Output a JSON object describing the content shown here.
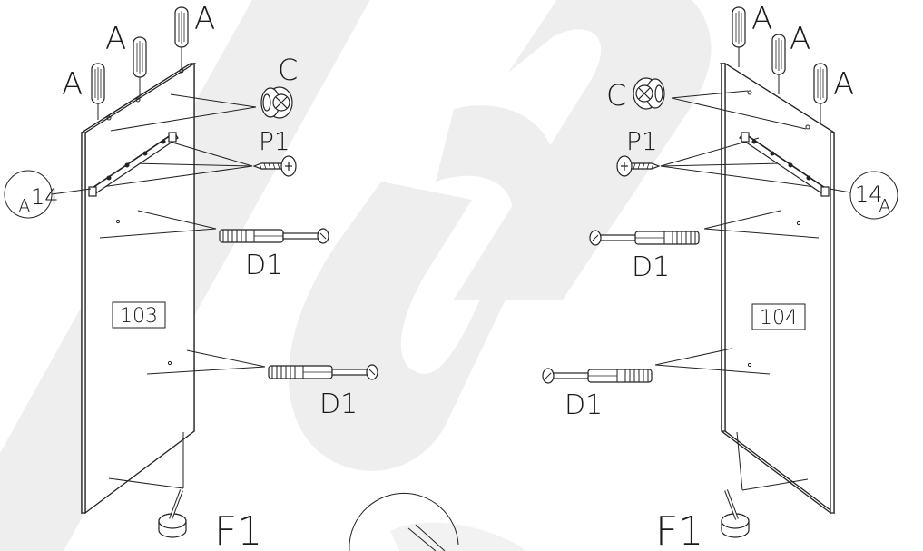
{
  "diagram": {
    "watermark_color": "#eeeeee",
    "line_color": "#222222",
    "left_panel": {
      "number": "103",
      "dowel_label": "A",
      "cam_label": "C",
      "screw_label": "P1",
      "bracket_label": "14",
      "bracket_sub": "A",
      "connector_label_upper": "D1",
      "connector_label_lower": "D1",
      "foot_label": "F1"
    },
    "right_panel": {
      "number": "104",
      "dowel_label": "A",
      "cam_label": "C",
      "screw_label": "P1",
      "bracket_label": "14",
      "bracket_sub": "A",
      "connector_label_upper": "D1",
      "connector_label_lower": "D1",
      "foot_label": "F1"
    }
  }
}
